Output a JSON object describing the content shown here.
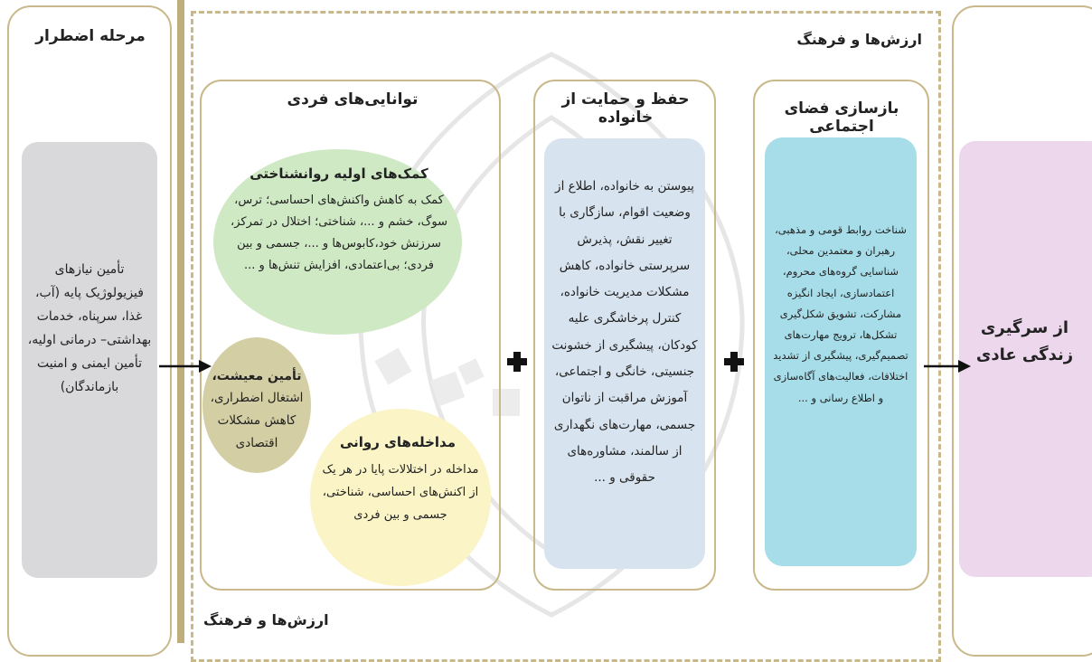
{
  "emergency": {
    "title": "مرحله اضطرار",
    "text": "تأمین نیازهای فیزیولوژیک پایه (آب، غذا، سرپناه، خدمات بهداشتی– درمانی اولیه، تأمین ایمنی و امنیت بازماندگان)"
  },
  "normal": {
    "text": "از سرگیری زندگی عادی"
  },
  "values": {
    "label_top": "ارزش‌ها و فرهنگ",
    "label_bottom": "ارزش‌ها و فرهنگ"
  },
  "individual": {
    "title": "توانایی‌های فردی",
    "psych_first_aid": {
      "title": "کمک‌های اولیه روانشناختی",
      "text": "کمک به کاهش واکنش‌های احساسی؛ ترس، سوگ، خشم و ...، شناختی؛ اختلال در تمرکز، سرزنش خود،کابوس‌ها و ...، جسمی و بین فردی؛ بی‌اعتمادی، افزایش تنش‌ها و ..."
    },
    "livelihood": {
      "title": "تأمین معیشت،",
      "text": "اشتغال اضطراری، کاهش مشکلات اقتصادی"
    },
    "mental_interventions": {
      "title": "مداخله‌های روانی",
      "text": "مداخله در اختلالات پایا در هر یک از اکنش‌های احساسی، شناختی، جسمی و بین فردی"
    }
  },
  "family": {
    "title": "حفظ و حمایت از خانواده",
    "text": "پیوستن به خانواده، اطلاع از وضعیت اقوام، سازگاری با تغییر نقش، پذیرش سرپرستی خانواده، کاهش مشکلات مدیریت خانواده، کنترل پرخاشگری علیه کودکان، پیشگیری از خشونت جنسیتی، خانگی و اجتماعی، آموزش مراقبت از ناتوان جسمی، مهارت‌های نگهداری از سالمند، مشاوره‌های حقوقی و ..."
  },
  "social": {
    "title": "بازسازی فضای اجتماعی",
    "text": "شناخت روابط قومی و مذهبی، رهبران و معتمدین محلی، شناسایی گروه‌های محروم، اعتمادسازی، ایجاد انگیزه مشارکت، تشویق شکل‌گیری تشکل‌ها، ترویج مهارت‌های تصمیم‌گیری، پیشگیری از تشدید اختلافات، فعالیت‌های آگاه‌سازی و اطلاع رسانی و ..."
  },
  "colors": {
    "frame": "#c8b88a",
    "emergency_box": "#d9d9dc",
    "normal_box": "#ecd7ec",
    "psych_circle": "#cfe9c4",
    "livelihood_circle": "#d4cea4",
    "mental_circle": "#fbf4c6",
    "family_box": "#d7e3ee",
    "social_box": "#a6dde8"
  }
}
